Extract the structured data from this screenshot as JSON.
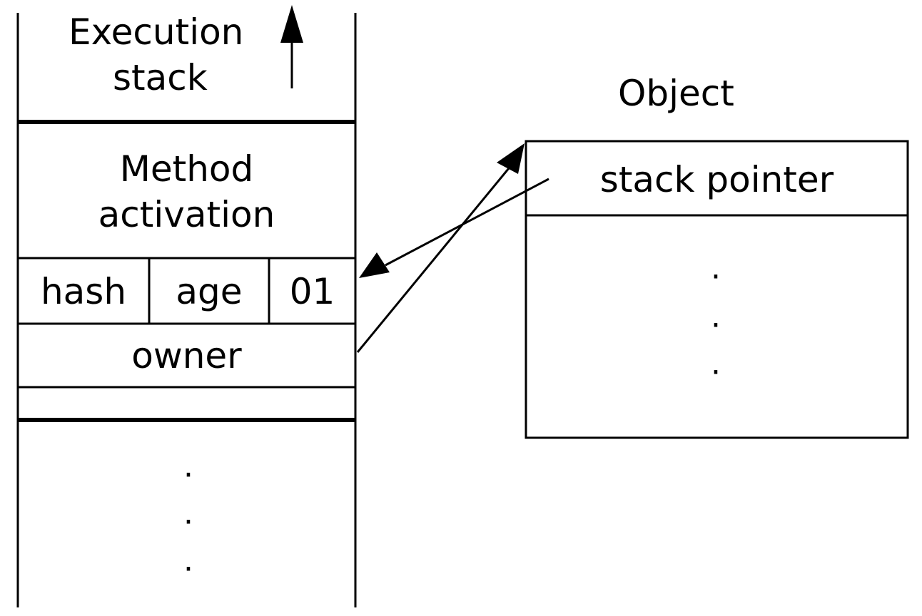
{
  "diagram": {
    "stack": {
      "title_line1": "Execution",
      "title_line2": "stack",
      "method_line1": "Method",
      "method_line2": "activation",
      "header_fields": [
        "hash",
        "age",
        "01"
      ],
      "owner_label": "owner",
      "ellipsis": [
        "·",
        "·",
        "·"
      ]
    },
    "object": {
      "title": "Object",
      "stack_pointer_label": "stack pointer",
      "ellipsis": [
        "·",
        "·",
        "·"
      ]
    }
  }
}
